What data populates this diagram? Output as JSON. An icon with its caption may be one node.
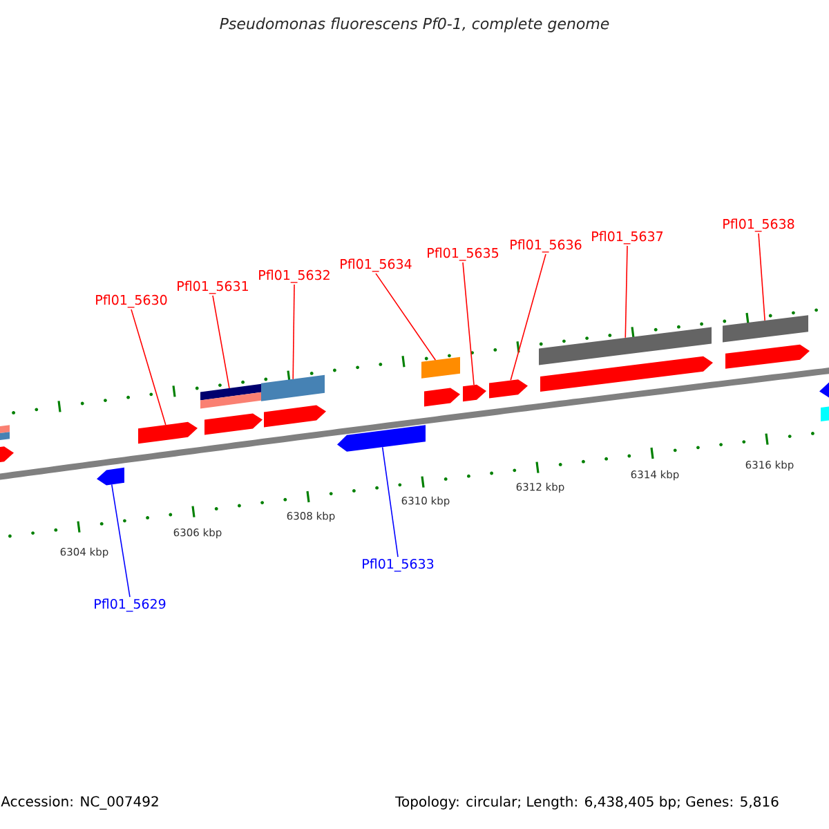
{
  "diagram": {
    "title": "Pseudomonas fluorescens Pf0-1, complete genome",
    "nodes": [
      {
        "text": [
          "Pfl01_5629"
        ]
      },
      {
        "text": [
          "Pfl01_5630"
        ]
      },
      {
        "text": [
          "Pfl01_5631"
        ]
      },
      {
        "text": [
          "Pfl01_5632"
        ]
      },
      {
        "text": [
          "Pfl01_5633"
        ]
      },
      {
        "text": [
          "Pfl01_5634"
        ]
      },
      {
        "text": [
          "Pfl01_5635"
        ]
      },
      {
        "text": [
          "Pfl01_5636"
        ]
      },
      {
        "text": [
          "Pfl01_5637"
        ]
      },
      {
        "text": [
          "Pfl01_5638"
        ]
      },
      {
        "text": [],
        "shape": "pentagon"
      },
      {
        "text": [],
        "shape": "bar"
      },
      {
        "text": [],
        "shape": "pentagon"
      },
      {
        "text": [],
        "shape": "pentagon"
      },
      {
        "text": [],
        "shape": "bar"
      },
      {
        "text": [],
        "shape": "pentagon"
      },
      {
        "text": [],
        "shape": "bar"
      },
      {
        "text": [],
        "shape": "pentagon"
      },
      {
        "text": [],
        "shape": "pentagon"
      },
      {
        "text": [],
        "shape": "bar"
      },
      {
        "text": [],
        "shape": "pentagon"
      },
      {
        "text": [],
        "shape": "pentagon"
      },
      {
        "text": [],
        "shape": "pentagon"
      },
      {
        "text": [],
        "shape": "bar"
      },
      {
        "text": [],
        "shape": "pentagon"
      },
      {
        "text": [],
        "shape": "bar"
      },
      {
        "text": [],
        "shape": "pentagon"
      },
      {
        "text": [],
        "shape": "pentagon"
      },
      {
        "text": [],
        "shape": "bar"
      }
    ],
    "edges": [
      {
        "from": 0,
        "to": 12,
        "arrow": "none",
        "color": "#0000ff"
      },
      {
        "from": 1,
        "to": 13,
        "arrow": "none"
      },
      {
        "from": 2,
        "to": 14,
        "arrow": "none"
      },
      {
        "from": 3,
        "to": 16,
        "arrow": "none"
      },
      {
        "from": 4,
        "to": 18,
        "arrow": "none",
        "color": "#0000ff"
      },
      {
        "from": 5,
        "to": 19,
        "arrow": "none"
      },
      {
        "from": 6,
        "to": 21,
        "arrow": "none"
      },
      {
        "from": 7,
        "to": 22,
        "arrow": "none"
      },
      {
        "from": 8,
        "to": 23,
        "arrow": "none"
      },
      {
        "from": 9,
        "to": 25,
        "arrow": "none"
      }
    ],
    "labels": [
      "6304 kbp",
      "6306 kbp",
      "6308 kbp",
      "6310 kbp",
      "6312 kbp",
      "6314 kbp",
      "6316 kbp",
      "Accession: NC_007492",
      "Topology: circular; Length: 6,438,405 bp; Genes: 5,816"
    ]
  }
}
